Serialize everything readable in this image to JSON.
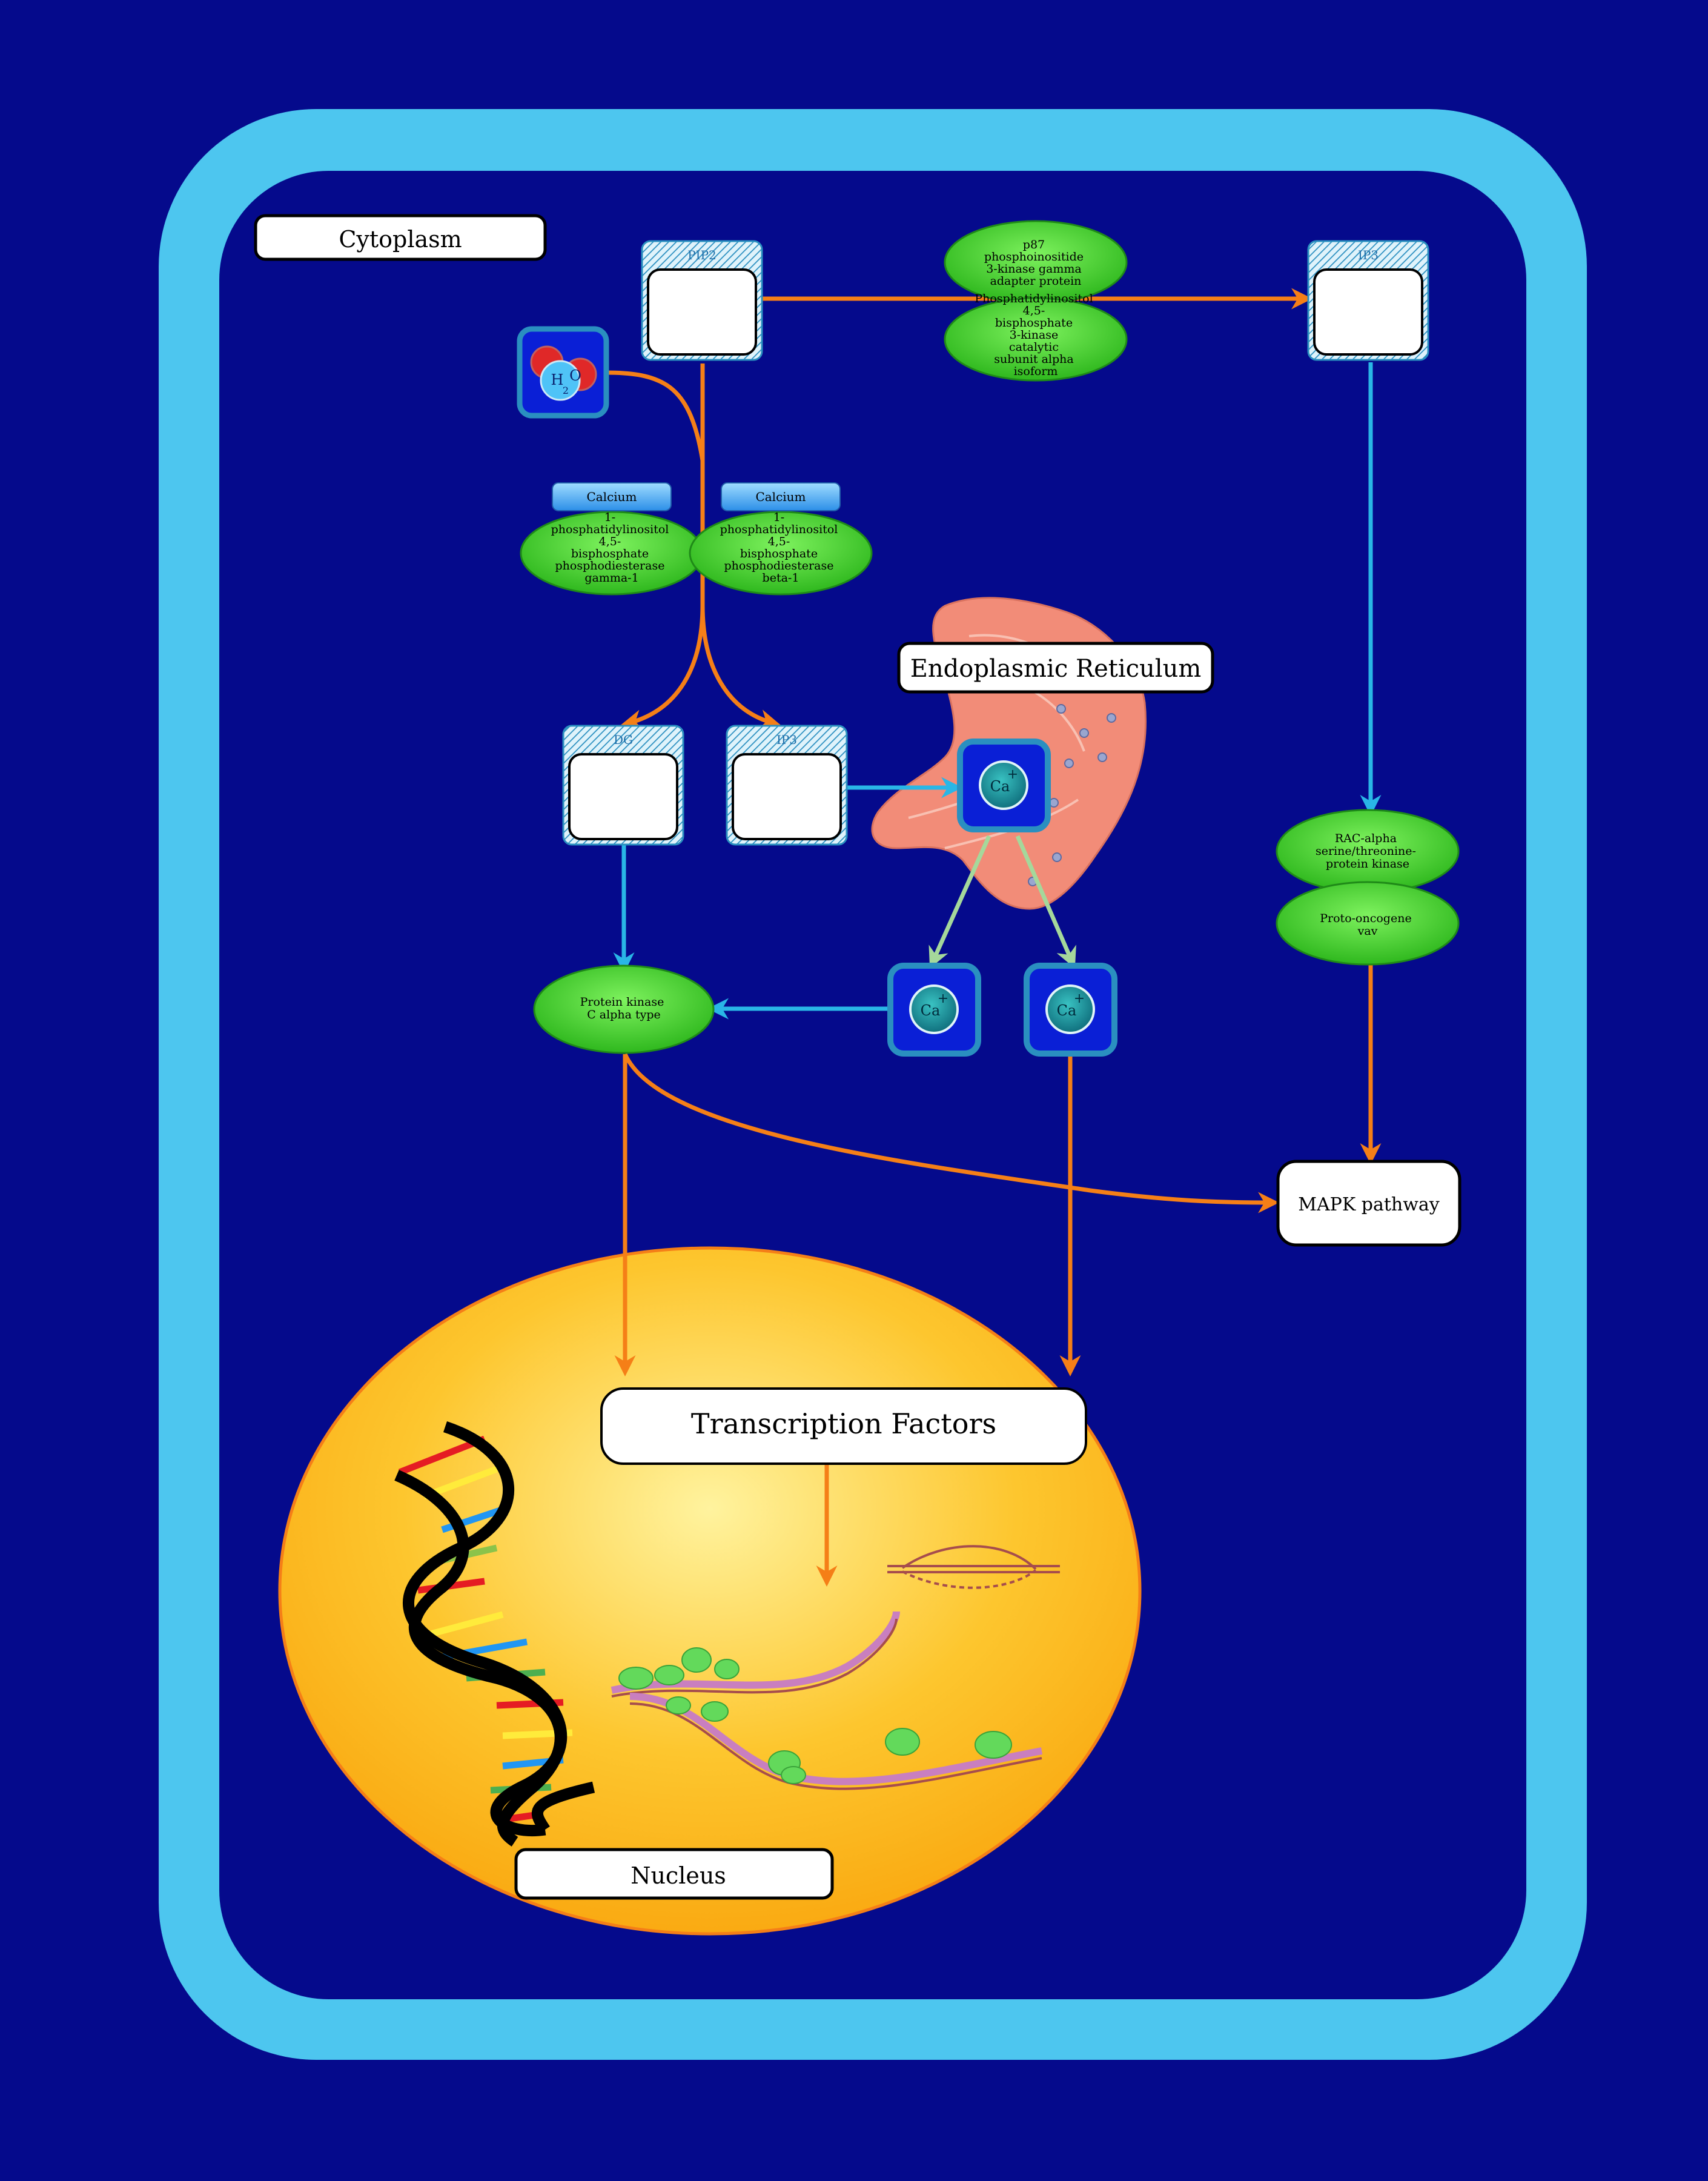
{
  "compartments": {
    "cytoplasm": "Cytoplasm",
    "er": "Endoplasmic Reticulum",
    "nucleus": "Nucleus",
    "transcription": "Transcription Factors",
    "mapk": "MAPK pathway"
  },
  "metabolites": {
    "pip2": "PIP2",
    "ip3_top": "IP3",
    "dg": "DG",
    "ip3": "IP3"
  },
  "h2o": {
    "h": "H",
    "sub": "2",
    "o": "O"
  },
  "calcium": {
    "symbol": "Ca",
    "charge": "+"
  },
  "enzymes": {
    "p87": [
      "p87",
      "phosphoinositide",
      "3-kinase gamma",
      "adapter protein"
    ],
    "pi3k": [
      "Phosphatidylinositol",
      "4,5-",
      "bisphosphate",
      "3-kinase",
      "catalytic",
      "subunit alpha",
      "isoform"
    ],
    "plcg": [
      "1-",
      "phosphatidylinositol",
      "4,5-",
      "bisphosphate",
      "phosphodiesterase",
      "gamma-1"
    ],
    "plcb": [
      "1-",
      "phosphatidylinositol",
      "4,5-",
      "bisphosphate",
      "phosphodiesterase",
      "beta-1"
    ],
    "pkc": [
      "Protein kinase",
      "C alpha type"
    ],
    "akt": [
      "RAC-alpha",
      "serine/threonine-",
      "protein kinase"
    ],
    "vav": [
      "Proto-oncogene",
      "vav"
    ]
  },
  "cofactors": {
    "plcg": "Calcium",
    "plcb": "Calcium"
  },
  "colors": {
    "background": "#050a8c",
    "membrane": "#4dc6ef",
    "orange_arrow": "#f57f17",
    "blue_arrow": "#29b6e6",
    "green_arrow": "#a5d89b",
    "enzyme_fill": "#3cc828",
    "nucleus_fill": "#fdb717"
  }
}
